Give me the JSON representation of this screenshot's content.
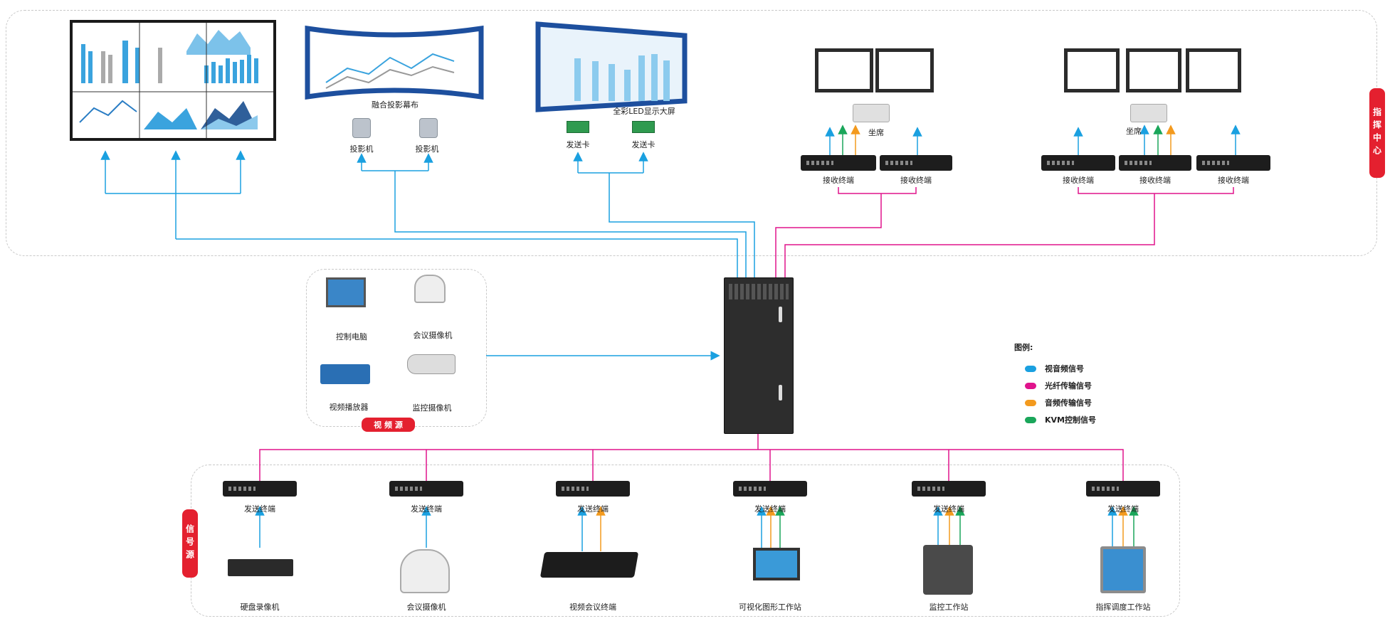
{
  "regions": {
    "command_center": "指挥中心",
    "video_source": "视 频 源",
    "signal_source": "信号源"
  },
  "top": {
    "blend_screen": "融合投影幕布",
    "led_screen": "全彩LED显示大屏",
    "projector_1": "投影机",
    "projector_2": "投影机",
    "send_card_1": "发送卡",
    "send_card_2": "发送卡",
    "seat_1": "坐席",
    "seat_2": "坐席",
    "receivers": [
      "接收终端",
      "接收终端",
      "接收终端",
      "接收终端",
      "接收终端"
    ]
  },
  "video_sources": {
    "pc": "控制电脑",
    "conf_cam": "会议摄像机",
    "player": "视频播放器",
    "surv_cam": "监控摄像机"
  },
  "senders": [
    "发送终端",
    "发送终端",
    "发送终端",
    "发送终端",
    "发送终端",
    "发送终端"
  ],
  "bottom_devices": [
    "硬盘录像机",
    "会议摄像机",
    "视频会议终端",
    "可视化图形工作站",
    "监控工作站",
    "指挥调度工作站"
  ],
  "legend": {
    "title": "图例:",
    "items": [
      {
        "label": "视音频信号",
        "color": "#1aa0e0"
      },
      {
        "label": "光纤传输信号",
        "color": "#e0138c"
      },
      {
        "label": "音频传输信号",
        "color": "#f39a1e"
      },
      {
        "label": "KVM控制信号",
        "color": "#1aa65a"
      }
    ]
  },
  "colors": {
    "video": "#1aa0e0",
    "fiber": "#e0138c",
    "audio": "#f39a1e",
    "kvm": "#1aa65a",
    "tag": "#e4202f"
  }
}
